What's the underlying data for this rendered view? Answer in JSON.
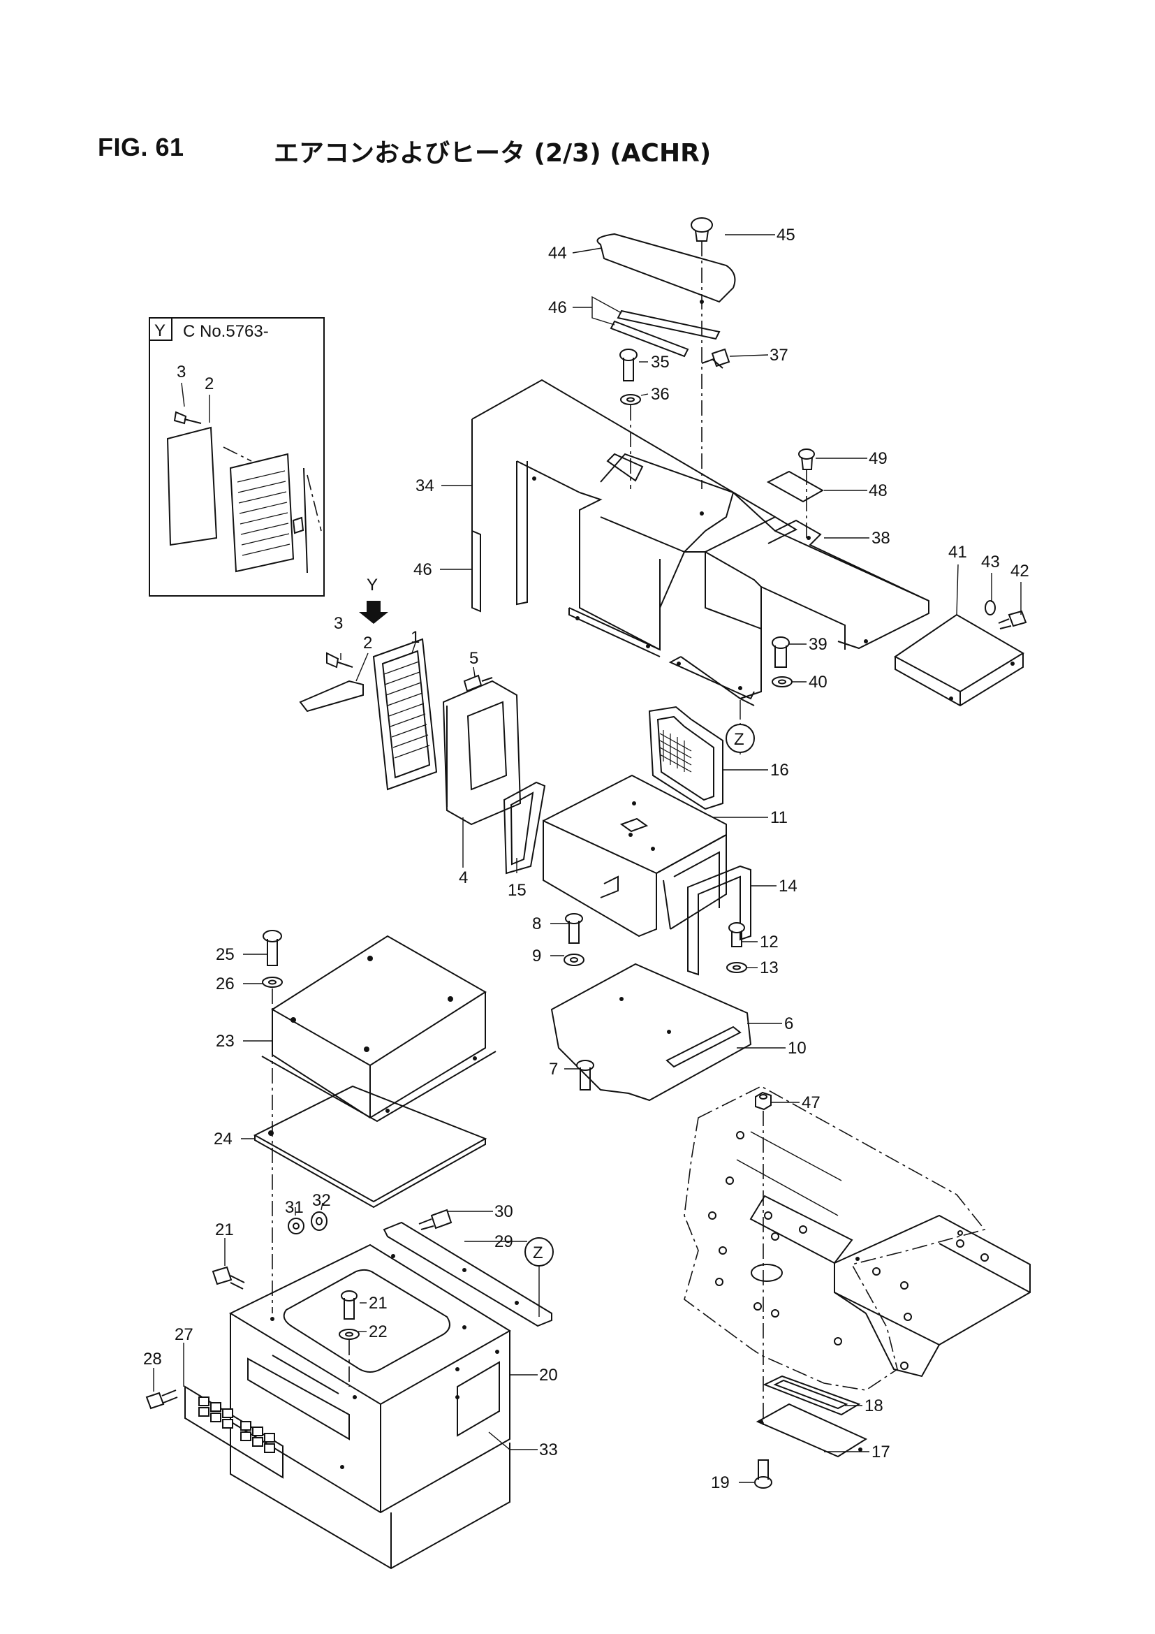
{
  "header": {
    "fig_number": "FIG. 61",
    "fig_title": "エアコンおよびヒータ (2/3) (ACHR)"
  },
  "inset": {
    "view_letter": "Y",
    "serial_note": "C No.5763-"
  },
  "view_marker": "Y",
  "ref_markers": [
    "Z",
    "Z"
  ],
  "callouts": {
    "c1": "1",
    "c2": "2",
    "c3": "3",
    "c4": "4",
    "c5": "5",
    "c6": "6",
    "c7": "7",
    "c8": "8",
    "c9": "9",
    "c10": "10",
    "c11": "11",
    "c12": "12",
    "c13": "13",
    "c14": "14",
    "c15": "15",
    "c16": "16",
    "c17": "17",
    "c18": "18",
    "c19": "19",
    "c20": "20",
    "c21": "21",
    "c22": "22",
    "c23": "23",
    "c24": "24",
    "c25": "25",
    "c26": "26",
    "c27": "27",
    "c28": "28",
    "c29": "29",
    "c30": "30",
    "c31": "31",
    "c32": "32",
    "c33": "33",
    "c34": "34",
    "c35": "35",
    "c36": "36",
    "c37": "37",
    "c38": "38",
    "c39": "39",
    "c40": "40",
    "c41": "41",
    "c42": "42",
    "c43": "43",
    "c44": "44",
    "c45": "45",
    "c46": "46",
    "c47": "47",
    "c48": "48",
    "c49": "49",
    "inset_c2": "2",
    "inset_c3": "3",
    "second_c21": "21",
    "second_c46": "46"
  }
}
